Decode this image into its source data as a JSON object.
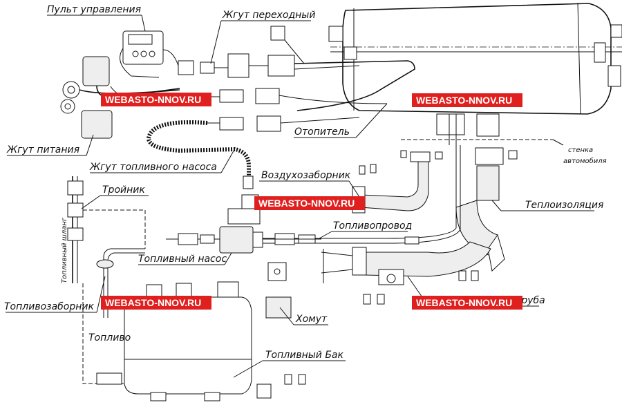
{
  "labels": {
    "control_panel": "Пульт управления",
    "adapter_harness": "Жгут переходный",
    "power_harness": "Жгут питания",
    "heater": "Отопитель",
    "fuel_pump_harness": "Жгут топливного насоса",
    "wall_line1": "стенка",
    "wall_line2": "автомобиля",
    "tee": "Тройник",
    "air_intake": "Воздухозаборник",
    "insulation": "Теплоизоляция",
    "fuel_line": "Топливопровод",
    "fuel_pump": "Топливный насос",
    "fuel_hose": "Топливный шланг",
    "fuel_intake": "Топливозаборник",
    "exhaust_pipe": "Выхлопная труба",
    "clamp": "Хомут",
    "fuel": "Топливо",
    "fuel_tank": "Топливный Бак"
  },
  "watermark": "WEBASTO-NNOV.RU",
  "colors": {
    "watermark_bg": "#e0201f",
    "watermark_text": "#ffffff",
    "line": "#111111"
  }
}
